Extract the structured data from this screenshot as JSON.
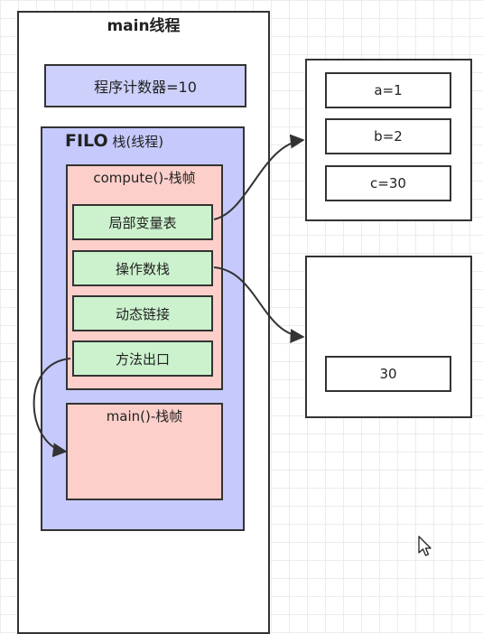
{
  "thread": {
    "title": "main线程"
  },
  "program_counter": {
    "label": "程序计数器=10"
  },
  "stack": {
    "title_bold": "FILO",
    "title_rest": " 栈(线程)"
  },
  "compute_frame": {
    "title": "compute()-栈帧",
    "items": [
      "局部变量表",
      "操作数栈",
      "动态链接",
      "方法出口"
    ]
  },
  "main_frame": {
    "title": "main()-栈帧"
  },
  "local_vars_box": {
    "values": [
      "a=1",
      "b=2",
      "c=30"
    ]
  },
  "operand_box": {
    "value": "30"
  },
  "colors": {
    "stack_fill": "#c6c9fb",
    "frame_fill": "#fccfca",
    "item_fill": "#ccf2cd",
    "counter_fill": "#cdd0fb",
    "stroke": "#333333"
  }
}
